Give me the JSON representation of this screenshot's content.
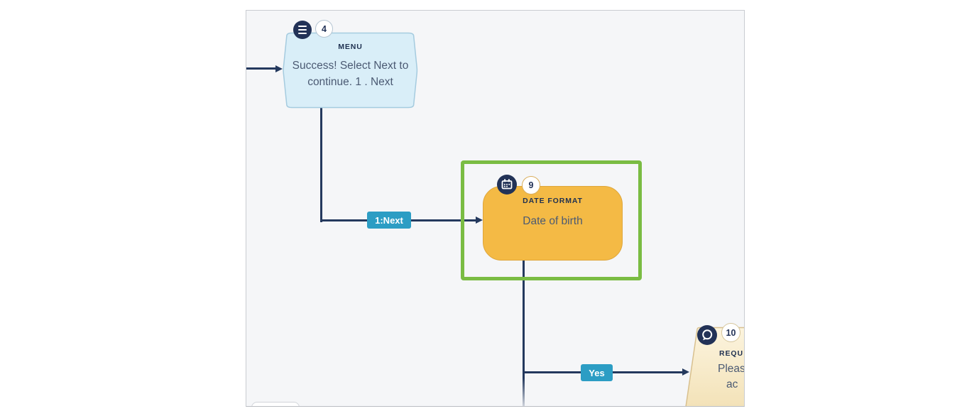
{
  "canvas": {
    "background_color": "#f5f6f8",
    "border_color": "#c9ccd1"
  },
  "nodes": {
    "menu": {
      "icon": "hamburger-menu-icon",
      "badge": "4",
      "type_label": "MENU",
      "text": "Success! Select Next to continue. 1 . Next",
      "fill_color": "#d9eef8",
      "border_color": "#a5cbdf",
      "selected": false
    },
    "date_format": {
      "icon": "calendar-icon",
      "badge": "9",
      "type_label": "DATE FORMAT",
      "text": "Date of birth",
      "fill_color": "#f4ba45",
      "border_color": "#dfa63b",
      "selected": true
    },
    "request": {
      "icon": "chat-bubble-icon",
      "badge": "10",
      "type_label": "REQU",
      "text_line1": "Please",
      "text_line2": "ac",
      "fill_color": "#f9efd4",
      "border_color": "#d8c08e",
      "selected": false,
      "clipped_by_canvas_edge": true
    }
  },
  "connectors": {
    "entry_to_menu": {
      "label": ""
    },
    "menu_to_date": {
      "label": "1:Next"
    },
    "date_to_request": {
      "label": "Yes"
    },
    "line_color": "#24395e",
    "label_color": "#2c9dc4"
  },
  "selection": {
    "color": "#7abc43",
    "around_node": "date_format"
  },
  "icon_circle_color": "#223257"
}
